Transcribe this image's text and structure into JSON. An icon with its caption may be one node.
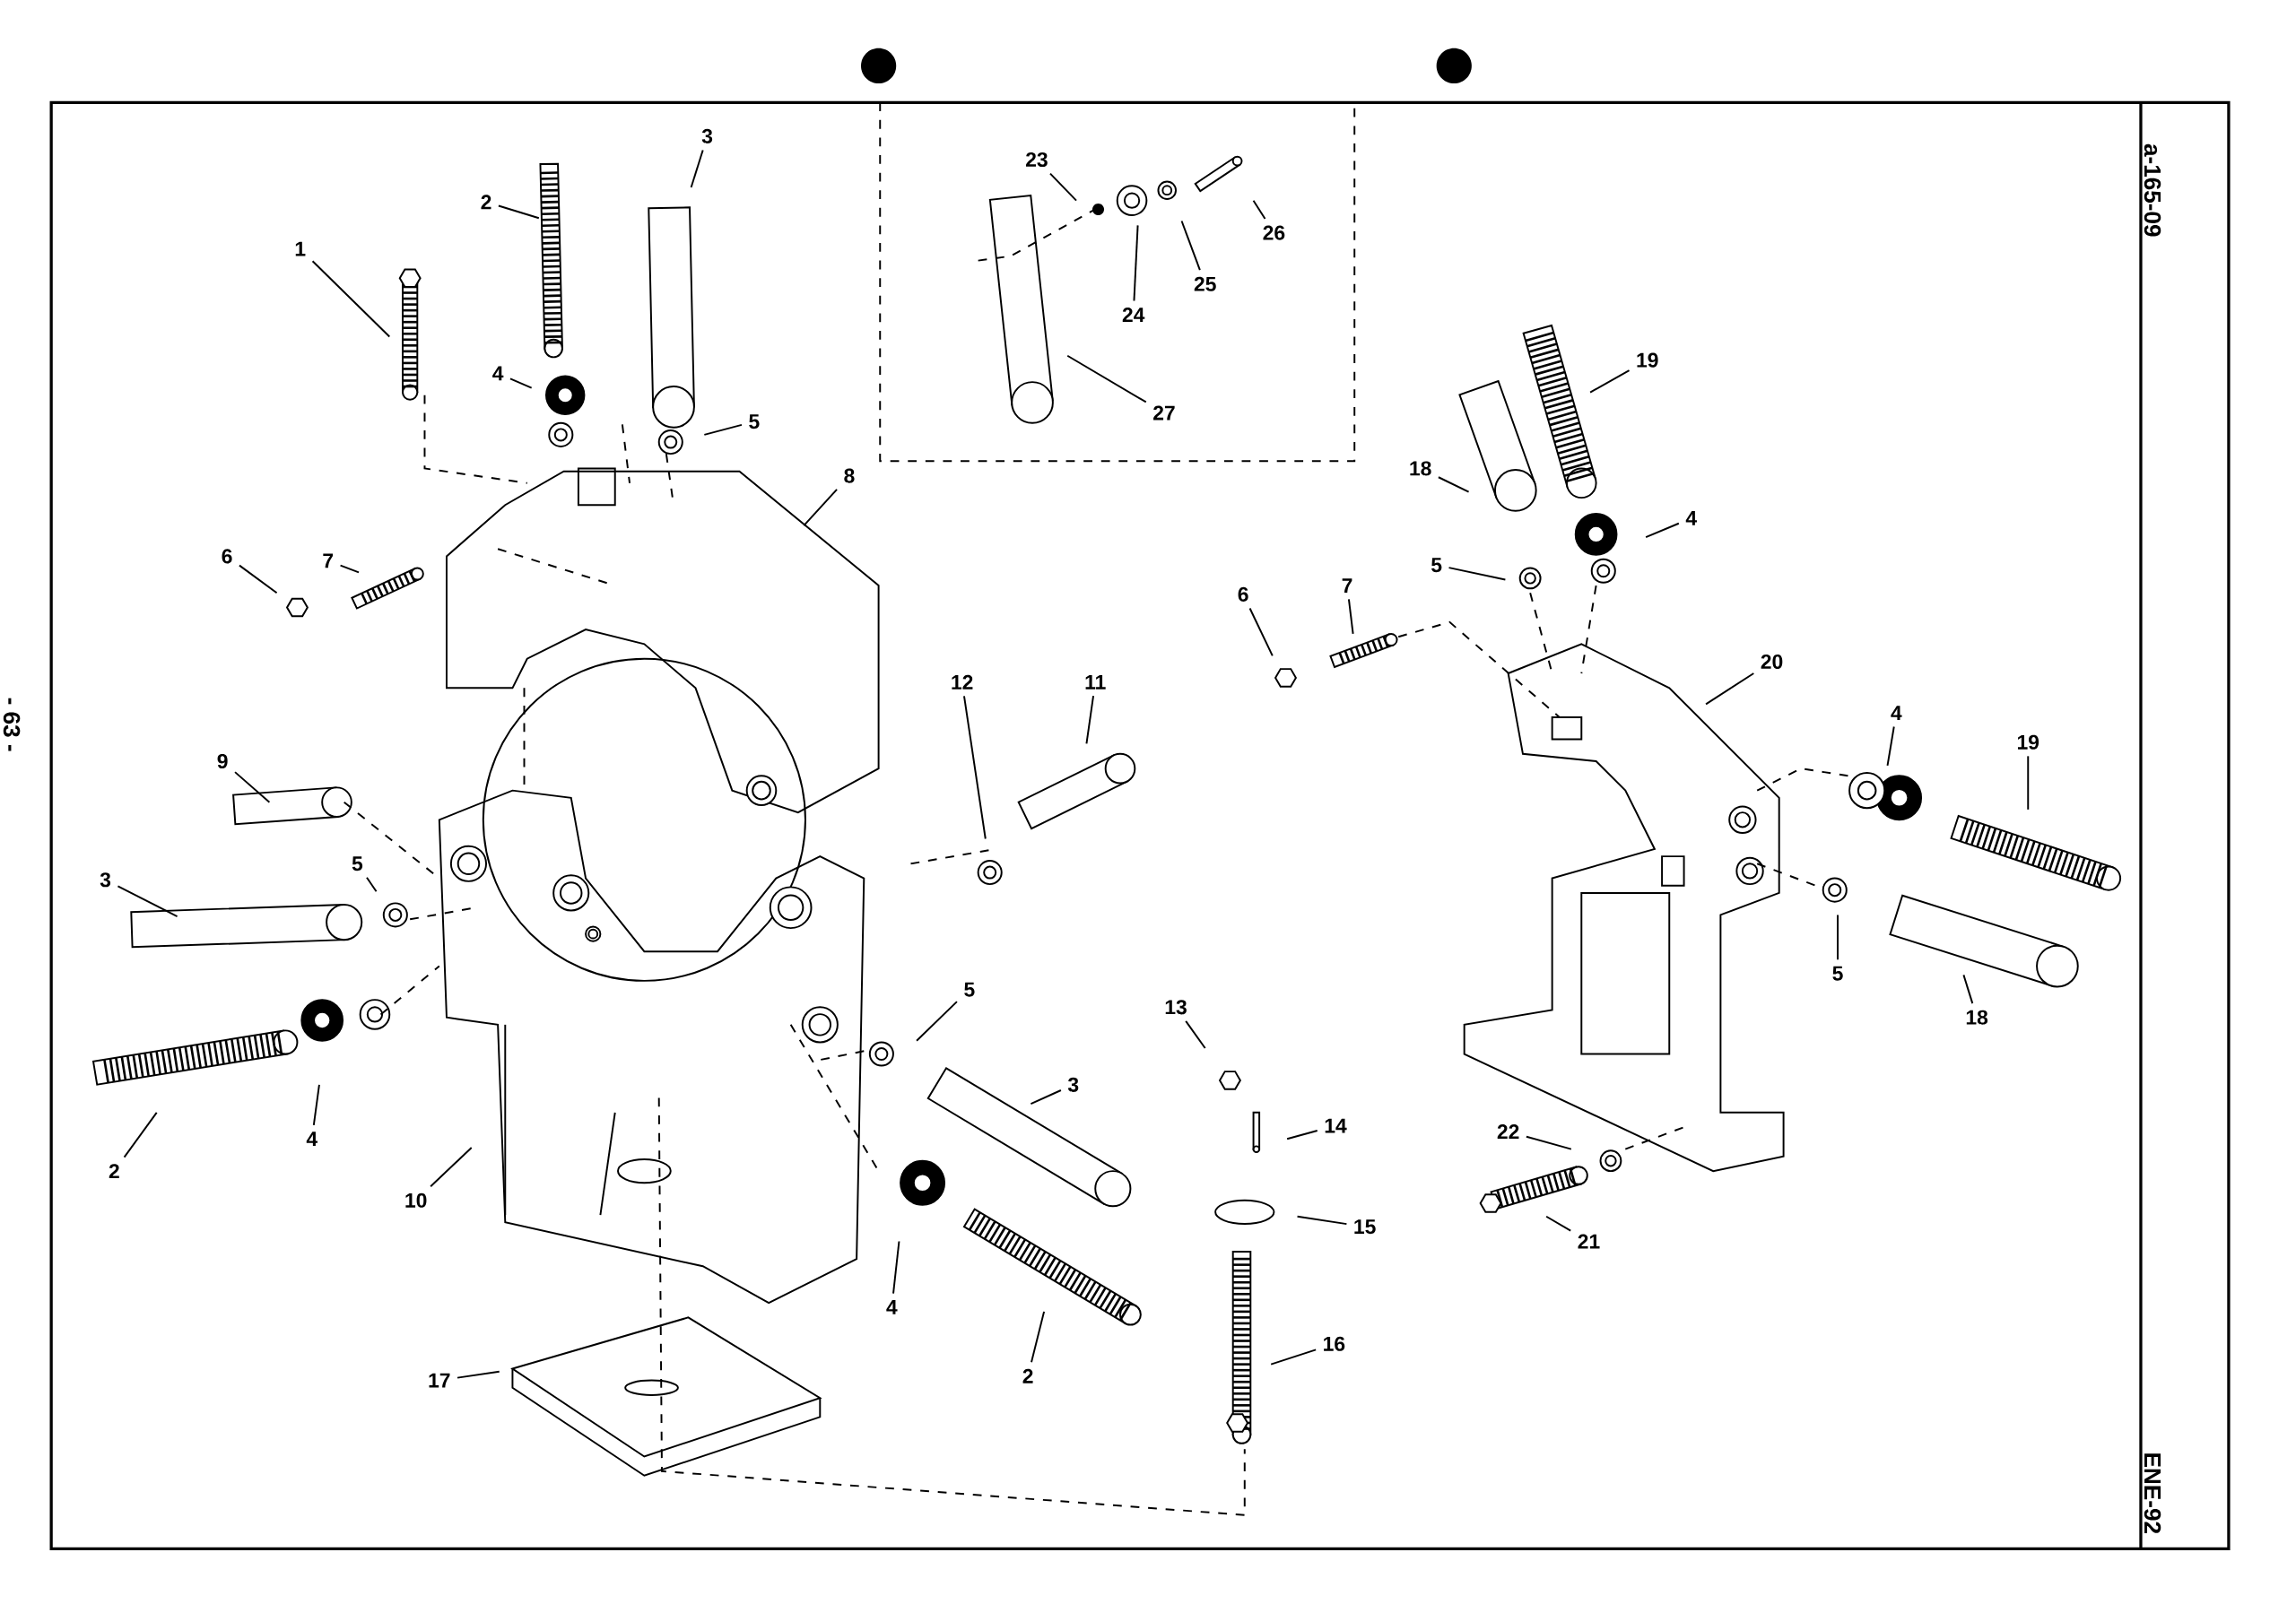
{
  "diagram": {
    "nodes": [
      {
        "text": [
          "1"
        ]
      },
      {
        "text": [
          "2"
        ]
      },
      {
        "text": [
          "3"
        ]
      },
      {
        "text": [
          "4"
        ]
      },
      {
        "text": [
          "5"
        ]
      },
      {
        "text": [
          "8"
        ]
      },
      {
        "text": [
          "7"
        ]
      },
      {
        "text": [
          "6"
        ]
      },
      {
        "text": [
          "9"
        ]
      },
      {
        "text": [
          "3"
        ]
      },
      {
        "text": [
          "5"
        ]
      },
      {
        "text": [
          "2"
        ]
      },
      {
        "text": [
          "4"
        ]
      },
      {
        "text": [
          "10"
        ]
      },
      {
        "text": [
          "12"
        ]
      },
      {
        "text": [
          "11"
        ]
      },
      {
        "text": [
          "5"
        ]
      },
      {
        "text": [
          "3"
        ]
      },
      {
        "text": [
          "4"
        ]
      },
      {
        "text": [
          "2"
        ]
      },
      {
        "text": [
          "13"
        ]
      },
      {
        "text": [
          "14"
        ]
      },
      {
        "text": [
          "15"
        ]
      },
      {
        "text": [
          "16"
        ]
      },
      {
        "text": [
          "17"
        ]
      },
      {
        "text": [
          "23"
        ]
      },
      {
        "text": [
          "24"
        ]
      },
      {
        "text": [
          "25"
        ]
      },
      {
        "text": [
          "26"
        ]
      },
      {
        "text": [
          "27"
        ]
      },
      {
        "text": [
          "19"
        ]
      },
      {
        "text": [
          "18"
        ]
      },
      {
        "text": [
          "4"
        ]
      },
      {
        "text": [
          "5"
        ]
      },
      {
        "text": [
          "6"
        ]
      },
      {
        "text": [
          "7"
        ]
      },
      {
        "text": [
          "20"
        ]
      },
      {
        "text": [
          "4"
        ]
      },
      {
        "text": [
          "19"
        ]
      },
      {
        "text": [
          "5"
        ]
      },
      {
        "text": [
          "18"
        ]
      },
      {
        "text": [
          "22"
        ]
      },
      {
        "text": [
          "21"
        ]
      }
    ],
    "edges": [
      {
        "from": 0,
        "to": null,
        "arrow": "none"
      },
      {
        "from": 1,
        "to": null,
        "arrow": "none"
      },
      {
        "from": 2,
        "to": null,
        "arrow": "none"
      },
      {
        "from": 3,
        "to": null,
        "arrow": "none"
      },
      {
        "from": 4,
        "to": null,
        "arrow": "none"
      },
      {
        "from": 5,
        "to": null,
        "arrow": "none"
      },
      {
        "from": 6,
        "to": null,
        "arrow": "none"
      },
      {
        "from": 7,
        "to": null,
        "arrow": "none"
      },
      {
        "from": 8,
        "to": null,
        "arrow": "none"
      },
      {
        "from": 9,
        "to": null,
        "arrow": "none"
      },
      {
        "from": 10,
        "to": null,
        "arrow": "none"
      },
      {
        "from": 11,
        "to": null,
        "arrow": "none"
      },
      {
        "from": 12,
        "to": null,
        "arrow": "none"
      },
      {
        "from": 13,
        "to": null,
        "arrow": "none"
      },
      {
        "from": 14,
        "to": null,
        "arrow": "none"
      },
      {
        "from": 15,
        "to": null,
        "arrow": "none"
      },
      {
        "from": 16,
        "to": null,
        "arrow": "none"
      },
      {
        "from": 17,
        "to": null,
        "arrow": "none"
      },
      {
        "from": 18,
        "to": null,
        "arrow": "none"
      },
      {
        "from": 19,
        "to": null,
        "arrow": "none"
      },
      {
        "from": 20,
        "to": null,
        "arrow": "none"
      },
      {
        "from": 21,
        "to": null,
        "arrow": "none"
      },
      {
        "from": 22,
        "to": null,
        "arrow": "none"
      },
      {
        "from": 23,
        "to": null,
        "arrow": "none"
      },
      {
        "from": 24,
        "to": null,
        "arrow": "none"
      },
      {
        "from": 25,
        "to": null,
        "arrow": "none"
      },
      {
        "from": 26,
        "to": null,
        "arrow": "none"
      },
      {
        "from": 27,
        "to": null,
        "arrow": "none"
      },
      {
        "from": 28,
        "to": null,
        "arrow": "none"
      },
      {
        "from": 29,
        "to": null,
        "arrow": "none"
      },
      {
        "from": 30,
        "to": null,
        "arrow": "none"
      },
      {
        "from": 31,
        "to": null,
        "arrow": "none"
      },
      {
        "from": 32,
        "to": null,
        "arrow": "none"
      },
      {
        "from": 33,
        "to": null,
        "arrow": "none"
      },
      {
        "from": 34,
        "to": null,
        "arrow": "none"
      },
      {
        "from": 35,
        "to": null,
        "arrow": "none"
      },
      {
        "from": 36,
        "to": null,
        "arrow": "none"
      },
      {
        "from": 37,
        "to": null,
        "arrow": "none"
      },
      {
        "from": 38,
        "to": null,
        "arrow": "none"
      },
      {
        "from": 39,
        "to": null,
        "arrow": "none"
      },
      {
        "from": 40,
        "to": null,
        "arrow": "none"
      },
      {
        "from": 41,
        "to": null,
        "arrow": "none"
      },
      {
        "from": 42,
        "to": null,
        "arrow": "none"
      }
    ],
    "labels": [
      "- 63 -",
      "a-165-09",
      "ENE-92"
    ]
  }
}
